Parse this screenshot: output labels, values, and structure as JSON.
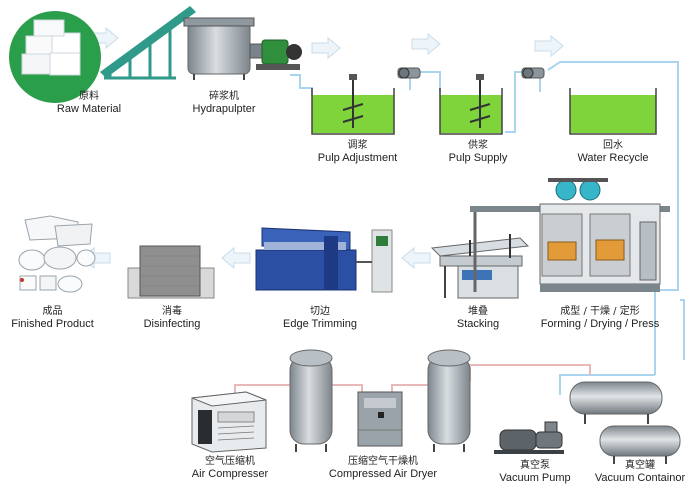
{
  "labels": {
    "raw_material": {
      "cn": "原料",
      "en": "Raw Material"
    },
    "hydrapulpter": {
      "cn": "碎浆机",
      "en": "Hydrapulpter"
    },
    "pulp_adjustment": {
      "cn": "调浆",
      "en": "Pulp Adjustment"
    },
    "pulp_supply": {
      "cn": "供浆",
      "en": "Pulp Supply"
    },
    "water_recycle": {
      "cn": "回水",
      "en": "Water Recycle"
    },
    "finished_product": {
      "cn": "成品",
      "en": "Finished Product"
    },
    "disinfecting": {
      "cn": "消毒",
      "en": "Disinfecting"
    },
    "edge_trimming": {
      "cn": "切边",
      "en": "Edge Trimming"
    },
    "stacking": {
      "cn": "堆叠",
      "en": "Stacking"
    },
    "forming": {
      "cn": "成型 / 干燥 / 定形",
      "en": "Forming / Drying / Press"
    },
    "air_compressor": {
      "cn": "空气压缩机",
      "en": "Air Compresser"
    },
    "air_dryer": {
      "cn": "压缩空气干燥机",
      "en": "Compressed Air Dryer"
    },
    "vacuum_pump": {
      "cn": "真空泵",
      "en": "Vacuum Pump"
    },
    "vacuum_container": {
      "cn": "真空罐",
      "en": "Vacuum Containor"
    }
  },
  "colors": {
    "water": "#7fd33b",
    "tank_outline": "#444444",
    "flow_arrow": "#dbe9f3",
    "pipe": "#9fd0ea",
    "steel": "#9aa3aa",
    "machine_blue": "#2b4fa3",
    "conveyor_green": "#2f9a8a"
  },
  "icons": [
    "raw-material-stack-icon",
    "conveyor-icon",
    "hydrapulper-icon",
    "pump-icon",
    "agitator-icon",
    "tableware-icon",
    "disinfect-cabinet-icon",
    "trimming-press-icon",
    "stacker-icon",
    "forming-machine-icon",
    "compressor-icon",
    "air-tank-icon",
    "dryer-icon",
    "vacuum-pump-icon",
    "vacuum-tank-icon",
    "flow-arrow-icon"
  ]
}
